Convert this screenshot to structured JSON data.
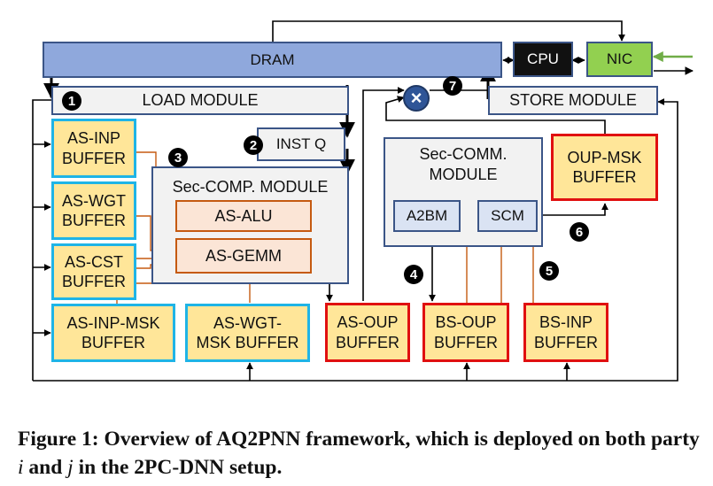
{
  "blocks": {
    "dram": "DRAM",
    "cpu": "CPU",
    "nic": "NIC",
    "load_module": "LOAD MODULE",
    "store_module": "STORE MODULE",
    "inst_q": "INST Q",
    "sec_comp": "Sec-COMP. MODULE",
    "as_alu": "AS-ALU",
    "as_gemm": "AS-GEMM",
    "sec_comm": "Sec-COMM. MODULE",
    "a2bm": "A2BM",
    "scm": "SCM",
    "oup_msk": "OUP-MSK BUFFER",
    "as_inp": "AS-INP BUFFER",
    "as_wgt": "AS-WGT BUFFER",
    "as_cst": "AS-CST BUFFER",
    "as_inp_msk": "AS-INP-MSK BUFFER",
    "as_wgt_msk": "AS-WGT- MSK BUFFER",
    "as_oup": "AS-OUP BUFFER",
    "bs_oup": "BS-OUP BUFFER",
    "bs_inp": "BS-INP BUFFER",
    "multiply_symbol": "×"
  },
  "badges": [
    "1",
    "2",
    "3",
    "4",
    "5",
    "6",
    "7"
  ],
  "caption": {
    "lead": "Figure 1: Overview of AQ2PNN framework, which is deployed on both party ",
    "i": "i",
    "and": " and ",
    "j": "j",
    "tail": " in the 2PC-DNN setup."
  },
  "colors": {
    "dram_fill": "#8fa8dc",
    "module_fill": "#f2f2f2",
    "module_border": "#3b5587",
    "buffer_fill": "#ffe699",
    "as_buffer_border": "#1fb4e6",
    "oup_buffer_border": "#e01010",
    "inner_fill": "#fbe5d6",
    "inner_border": "#c55a11",
    "comm_fill": "#dae3f3",
    "cpu_fill": "#111111",
    "nic_fill": "#92d050",
    "mult_fill": "#2f5597"
  }
}
